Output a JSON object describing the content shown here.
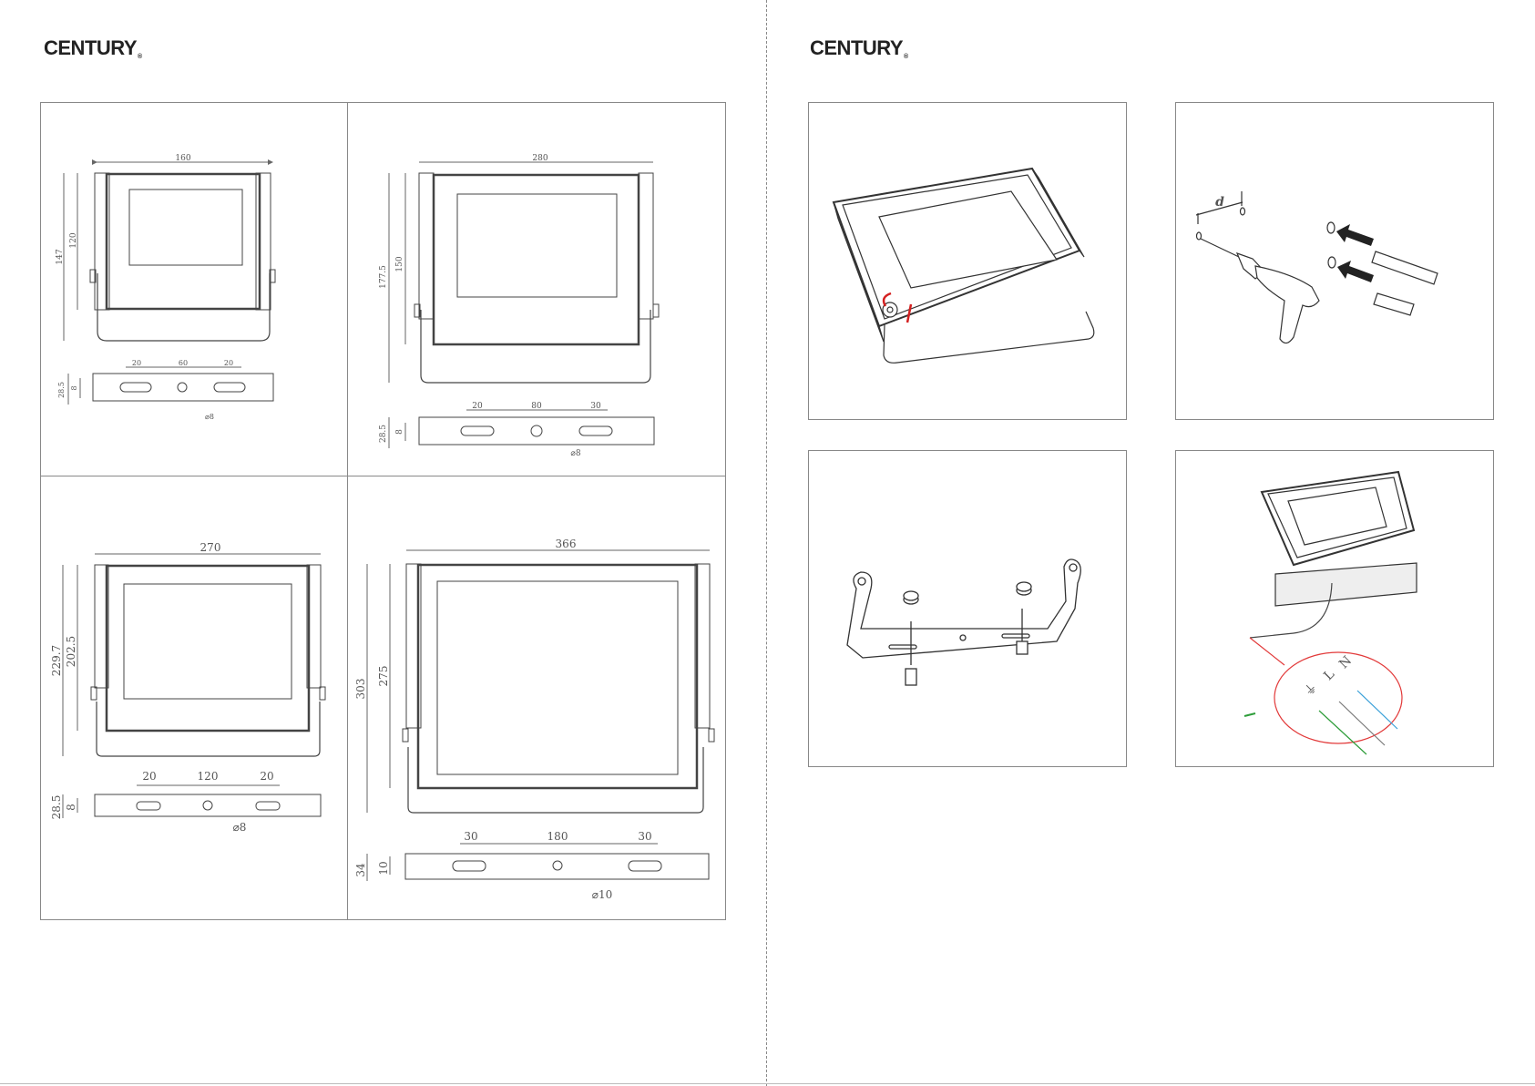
{
  "brand": {
    "left_logo": "CENTURY",
    "right_logo": "CENTURY",
    "reg_mark": "®"
  },
  "dims": {
    "p1": {
      "w": "160",
      "h_total": "147",
      "h_inner": "120",
      "s1": "20",
      "s_mid": "60",
      "s2": "20",
      "d_total": "28.5",
      "d_inner": "8",
      "hole": "⌀8"
    },
    "p2": {
      "w": "280",
      "h_total": "177.5",
      "h_inner": "150",
      "s1": "20",
      "s_mid": "80",
      "s2": "30",
      "d_total": "28.5",
      "d_inner": "8",
      "hole": "⌀8"
    },
    "p3": {
      "w": "270",
      "h_total": "229.7",
      "h_inner": "202.5",
      "s1": "20",
      "s_mid": "120",
      "s2": "20",
      "d_total": "28.5",
      "d_inner": "8",
      "hole": "⌀8"
    },
    "p4": {
      "w": "366",
      "h_total": "303",
      "h_inner": "275",
      "s1": "30",
      "s_mid": "180",
      "s2": "30",
      "d_total": "34",
      "d_inner": "10",
      "hole": "⌀10"
    }
  },
  "install": {
    "drill_label": "d",
    "wire_ground": "⏚",
    "wire_l": "L",
    "wire_n": "N"
  },
  "colors": {
    "wire_ground": "#2e9d3a",
    "wire_l": "#777777",
    "wire_n": "#3aa0d8",
    "arrow": "#d42020",
    "circle": "#e23a3a"
  }
}
